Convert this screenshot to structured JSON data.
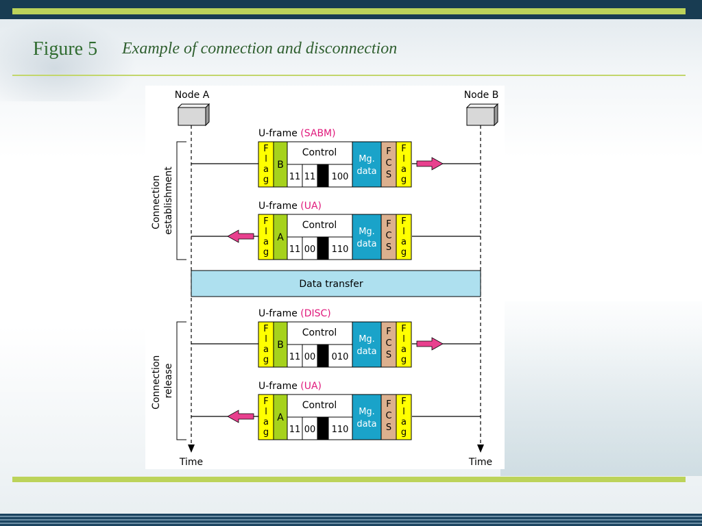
{
  "slide": {
    "figure_number": "Figure 5",
    "figure_title": "Example of connection and disconnection"
  },
  "diagram": {
    "node_a": "Node A",
    "node_b": "Node B",
    "time_label": "Time",
    "phase_establishment": [
      "Connection",
      "establishment"
    ],
    "phase_release": [
      "Connection",
      "release"
    ],
    "data_transfer": "Data transfer",
    "frames": [
      {
        "prefix": "U-frame ",
        "type": "(SABM)",
        "address": "B",
        "ctl1": "11",
        "ctl2": "11",
        "ctl3": "100",
        "direction": "right"
      },
      {
        "prefix": "U-frame ",
        "type": "(UA)",
        "address": "A",
        "ctl1": "11",
        "ctl2": "00",
        "ctl3": "110",
        "direction": "left"
      },
      {
        "prefix": "U-frame ",
        "type": "(DISC)",
        "address": "B",
        "ctl1": "11",
        "ctl2": "00",
        "ctl3": "010",
        "direction": "right"
      },
      {
        "prefix": "U-frame ",
        "type": "(UA)",
        "address": "A",
        "ctl1": "11",
        "ctl2": "00",
        "ctl3": "110",
        "direction": "left"
      }
    ],
    "field_labels": {
      "flag": [
        "F",
        "l",
        "a",
        "g"
      ],
      "control": "Control",
      "mg": "Mg.",
      "data": "data",
      "fcs": [
        "F",
        "C",
        "S"
      ]
    },
    "colors": {
      "flag": "#ffff00",
      "address": "#a6d21c",
      "mgdata": "#1aa3c9",
      "fcs": "#dcb08e",
      "transfer": "#aee0ef",
      "arrow": "#e8408e",
      "frame_type": "#e0187b"
    }
  }
}
